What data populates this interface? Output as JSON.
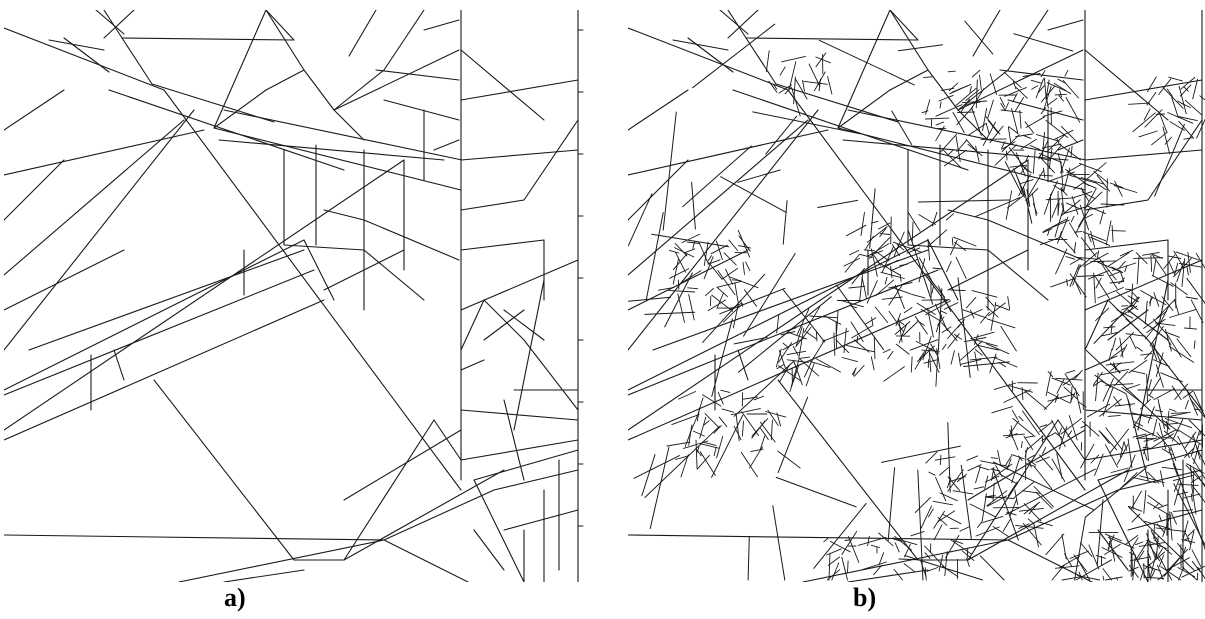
{
  "figure": {
    "panels": [
      {
        "id": "a",
        "caption": "a)",
        "description_name": "coarse-mesh-panel"
      },
      {
        "id": "b",
        "caption": "b)",
        "description_name": "refined-mesh-panel"
      }
    ],
    "colors": {
      "background": "#ffffff",
      "line": "#1a1a1a"
    }
  }
}
